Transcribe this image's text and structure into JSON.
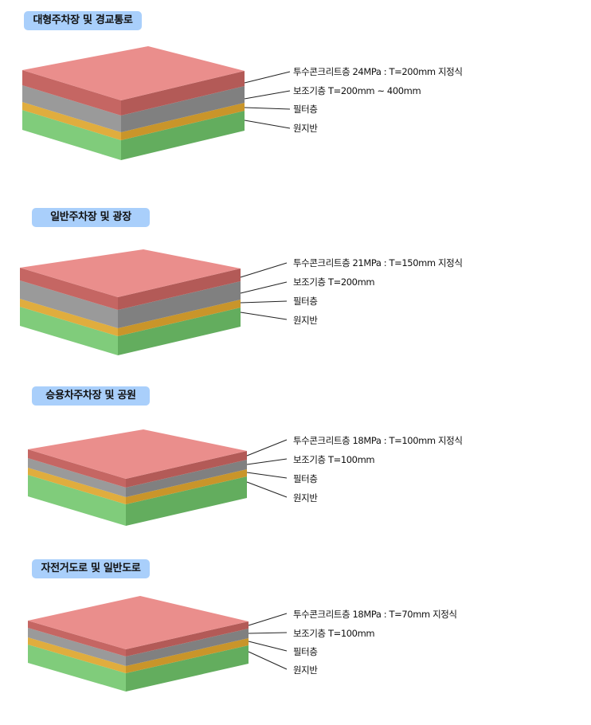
{
  "colors": {
    "pill": "#a9cffb",
    "concrete_top": "#ea8e8c",
    "concrete_front": "#c56663",
    "concrete_right": "#b35a57",
    "base_front": "#9a9a9a",
    "base_right": "#808080",
    "filter": "#e0ad3e",
    "subgrade_front": "#80cc7b",
    "subgrade_right": "#63ad5e"
  },
  "sections": [
    {
      "title": "대형주차장 및 경교통로",
      "layers": [
        {
          "label": "투수콘크리트층 24MPa : T=200mm 지정식"
        },
        {
          "label": "보조기층 T=200mm ~ 400mm"
        },
        {
          "label": "필터층"
        },
        {
          "label": "원지반"
        }
      ]
    },
    {
      "title": "일반주차장 및 광장",
      "layers": [
        {
          "label": "투수콘크리트층 21MPa : T=150mm 지정식"
        },
        {
          "label": "보조기층 T=200mm"
        },
        {
          "label": "필터층"
        },
        {
          "label": "원지반"
        }
      ]
    },
    {
      "title": "승용차주차장 및 공원",
      "layers": [
        {
          "label": "투수콘크리트층 18MPa : T=100mm 지정식"
        },
        {
          "label": "보조기층 T=100mm"
        },
        {
          "label": "필터층"
        },
        {
          "label": "원지반"
        }
      ]
    },
    {
      "title": "자전거도로 및 일반도로",
      "layers": [
        {
          "label": "투수콘크리트층 18MPa : T=70mm 지정식"
        },
        {
          "label": "보조기층 T=100mm"
        },
        {
          "label": "필터층"
        },
        {
          "label": "원지반"
        }
      ]
    }
  ]
}
